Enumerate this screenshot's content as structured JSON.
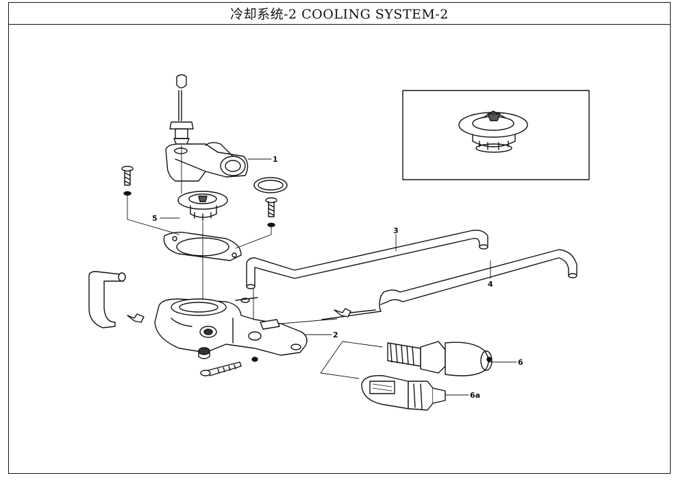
{
  "title": "冷却系统-2 COOLING SYSTEM-2",
  "callouts": [
    {
      "id": "1",
      "text": "1"
    },
    {
      "id": "2",
      "text": "2"
    },
    {
      "id": "3",
      "text": "3"
    },
    {
      "id": "4",
      "text": "4"
    },
    {
      "id": "5",
      "text": "5"
    },
    {
      "id": "6",
      "text": "6"
    },
    {
      "id": "6a",
      "text": "6a"
    }
  ],
  "icons": [
    "temperature-sensor-icon",
    "thermostat-icon",
    "hose-icon",
    "bolt-icon",
    "gasket-icon",
    "housing-icon",
    "switch-icon"
  ]
}
